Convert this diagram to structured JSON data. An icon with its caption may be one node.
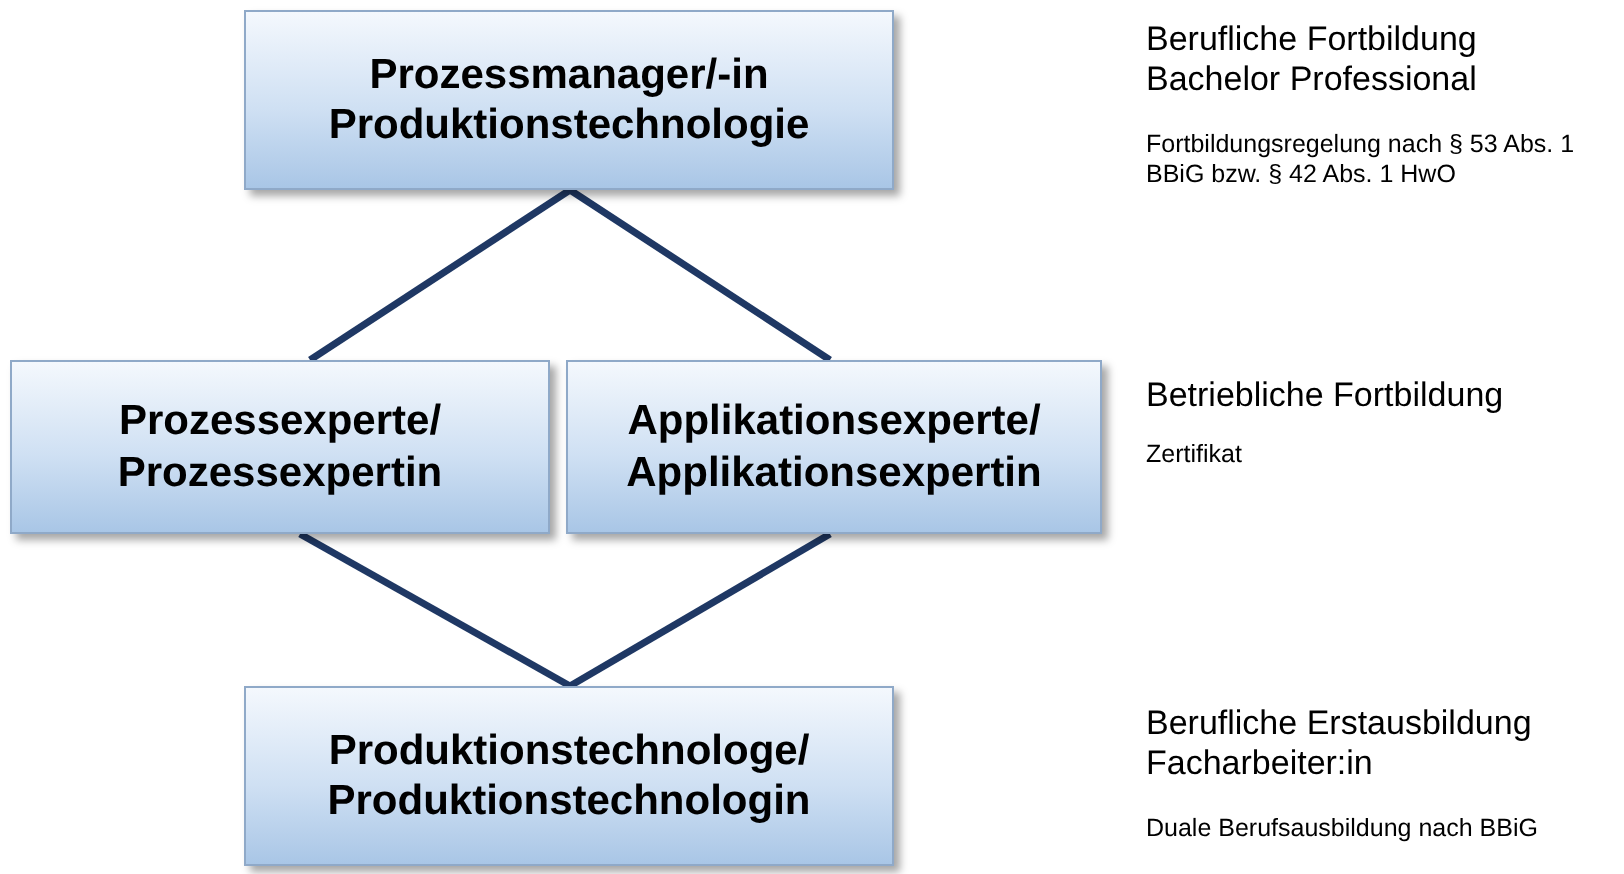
{
  "diagram": {
    "nodes": [
      {
        "text": [
          "Prozessmanager/-in Produktionstechnologie"
        ]
      },
      {
        "text": [
          "Prozessexperte/ Prozessexpertin"
        ]
      },
      {
        "text": [
          "Applikationsexperte/ Applikationsexpertin"
        ]
      },
      {
        "text": [
          "Produktionstechnologe/ Produktionstechnologin"
        ]
      }
    ],
    "edges": [
      {
        "from": 0,
        "to": 1,
        "arrow": "none"
      },
      {
        "from": 0,
        "to": 2,
        "arrow": "none"
      },
      {
        "from": 1,
        "to": 3,
        "arrow": "none"
      },
      {
        "from": 2,
        "to": 3,
        "arrow": "none"
      }
    ],
    "labels": [
      "Berufliche Fortbildung Bachelor Professional",
      "Fortbildungsregelung nach § 53 Abs. 1 BBiG bzw. § 42 Abs. 1 HwO",
      "Betriebliche Fortbildung",
      "Zertifikat",
      "Berufliche Erstausbildung Facharbeiter:in",
      "Duale Berufsausbildung nach BBiG"
    ]
  }
}
